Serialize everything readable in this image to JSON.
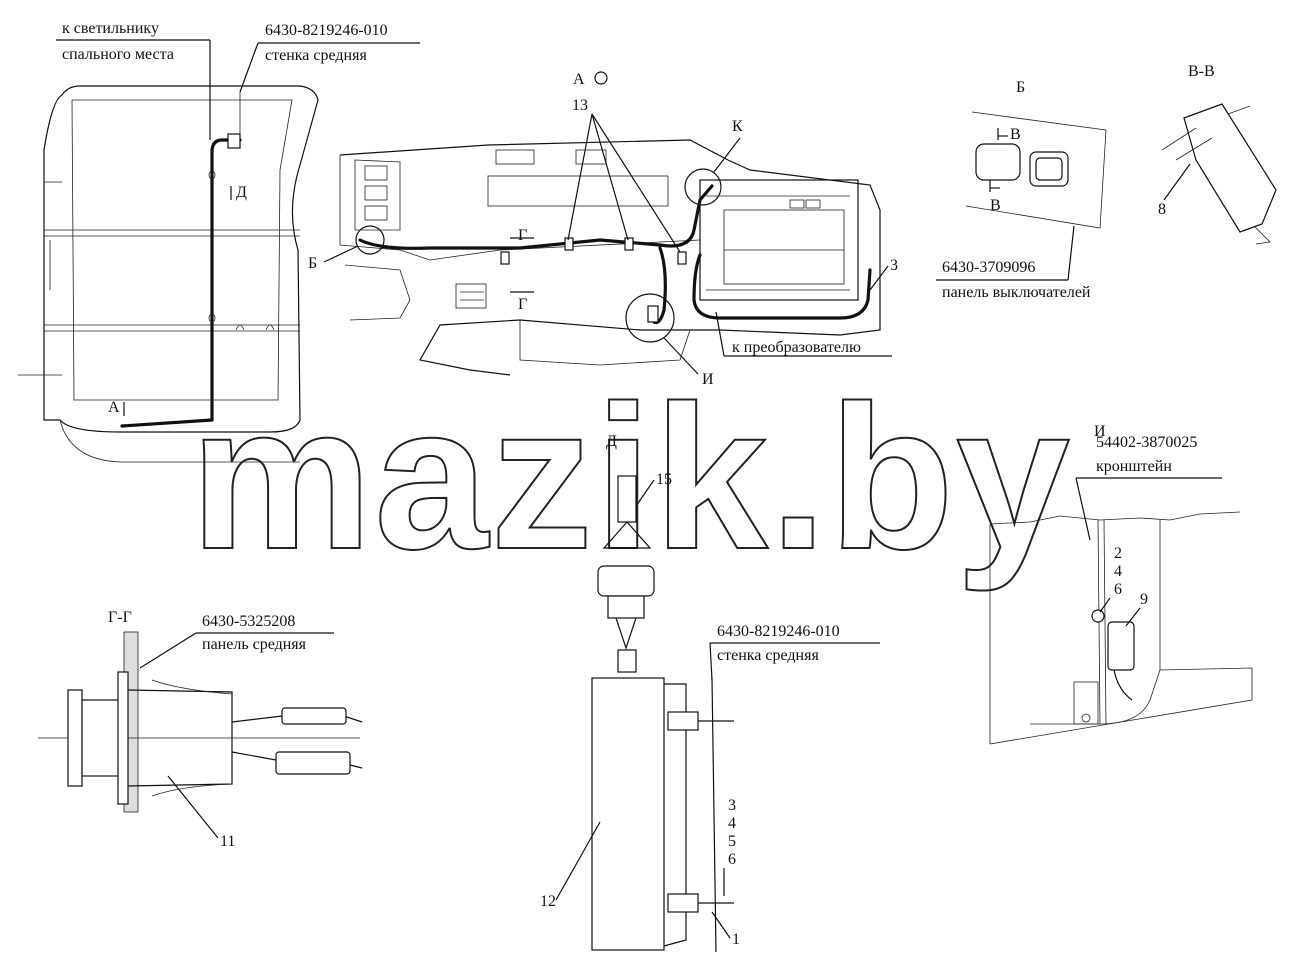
{
  "labels": {
    "to_sleeper_light_1": "к светильнику",
    "to_sleeper_light_2": "спального места",
    "wall_code_top": "6430-8219246-010",
    "wall_name_top": "стенка средняя",
    "view_a": "А",
    "pos_13": "13",
    "callout_k": "К",
    "view_b_title": "Б",
    "view_vv_title": "В-В",
    "section_v_top": "В",
    "section_v_bottom": "В",
    "pos_8": "8",
    "panel_switch_code": "6430-3709096",
    "panel_switch_name": "панель выключателей",
    "callout_b": "Б",
    "section_g_top": "Г",
    "section_g_bottom": "Г",
    "pos_3": "3",
    "to_converter": "к преобразователю",
    "callout_i": "И",
    "view_d_arrow": "Д",
    "view_a_arrow": "А",
    "view_d_title": "Д",
    "pos_15": "15",
    "view_i_title": "И",
    "bracket_code": "54402-3870025",
    "bracket_name": "кронштейн",
    "pos_2": "2",
    "pos_4": "4",
    "pos_6": "6",
    "pos_9": "9",
    "section_gg_title": "Г-Г",
    "panel_mid_code": "6430-5325208",
    "panel_mid_name": "панель средняя",
    "pos_11": "11",
    "wall_code_bottom": "6430-8219246-010",
    "wall_name_bottom": "стенка средняя",
    "pos_3b": "3",
    "pos_4b": "4",
    "pos_5b": "5",
    "pos_6b": "6",
    "pos_12": "12",
    "pos_1": "1"
  },
  "watermark": "mazik.by"
}
